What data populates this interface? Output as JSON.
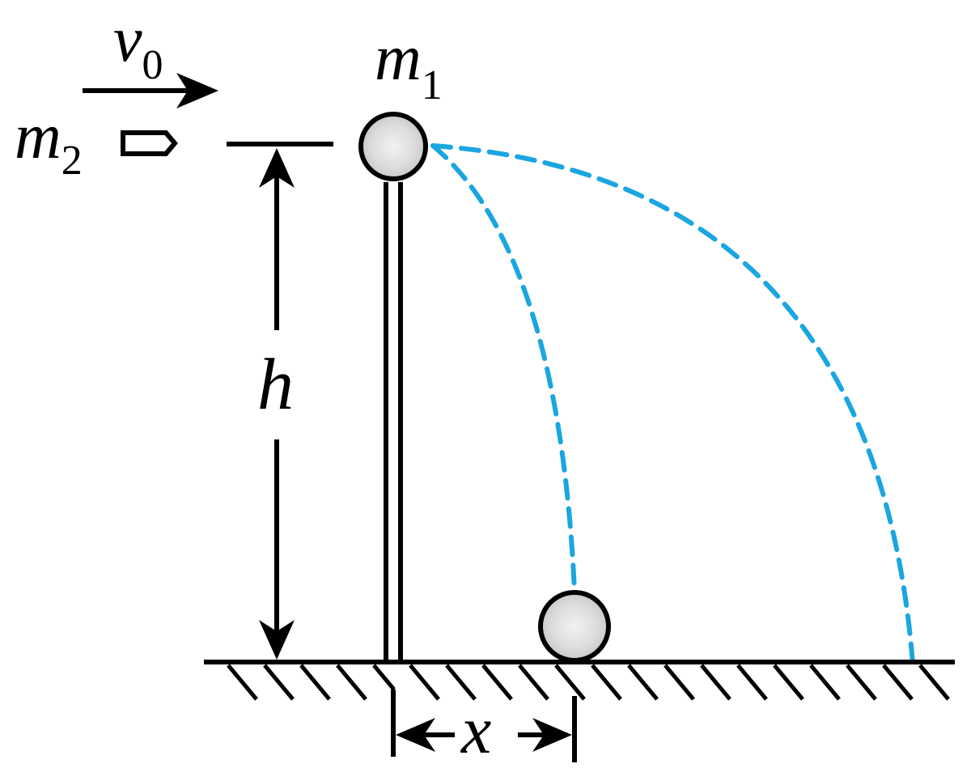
{
  "figure": {
    "labels": {
      "velocity": {
        "main": "v",
        "sub": "0"
      },
      "mass_bullet": {
        "main": "m",
        "sub": "2"
      },
      "mass_ball": {
        "main": "m",
        "sub": "1"
      },
      "height": "h",
      "distance": "x"
    },
    "colors": {
      "ink": "#000000",
      "trajectory": "#1aa6e0",
      "ball_fill": "#d9d9d9"
    }
  }
}
